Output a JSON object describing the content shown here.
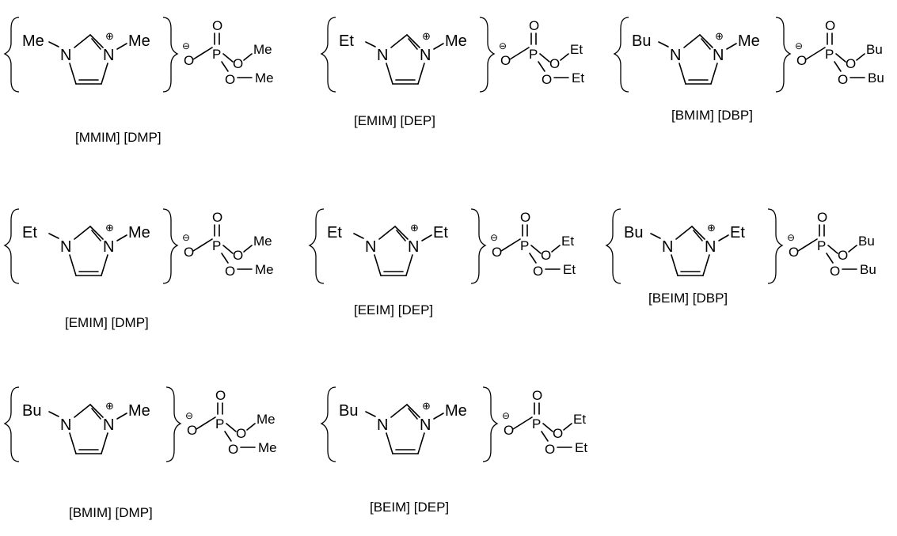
{
  "compounds": [
    {
      "n1": "Me",
      "n3": "Me",
      "r1": "Me",
      "r2": "Me",
      "label": "[MMIM] [DMP]"
    },
    {
      "n1": "Et",
      "n3": "Me",
      "r1": "Et",
      "r2": "Et",
      "label": "[EMIM] [DEP]"
    },
    {
      "n1": "Bu",
      "n3": "Me",
      "r1": "Bu",
      "r2": "Bu",
      "label": "[BMIM] [DBP]"
    },
    {
      "n1": "Et",
      "n3": "Me",
      "r1": "Me",
      "r2": "Me",
      "label": "[EMIM] [DMP]"
    },
    {
      "n1": "Et",
      "n3": "Et",
      "r1": "Et",
      "r2": "Et",
      "label": "[EEIM] [DEP]"
    },
    {
      "n1": "Bu",
      "n3": "Et",
      "r1": "Bu",
      "r2": "Bu",
      "label": "[BEIM] [DBP]"
    },
    {
      "n1": "Bu",
      "n3": "Me",
      "r1": "Me",
      "r2": "Me",
      "label": "[BMIM] [DMP]"
    },
    {
      "n1": "Bu",
      "n3": "Me",
      "r1": "Et",
      "r2": "Et",
      "label": "[BEIM] [DEP]"
    }
  ],
  "atoms": {
    "nitrogen": "N",
    "phosphorus": "P",
    "oxygen": "O"
  },
  "charges": {
    "plus": "⊕",
    "minus": "⊖"
  }
}
